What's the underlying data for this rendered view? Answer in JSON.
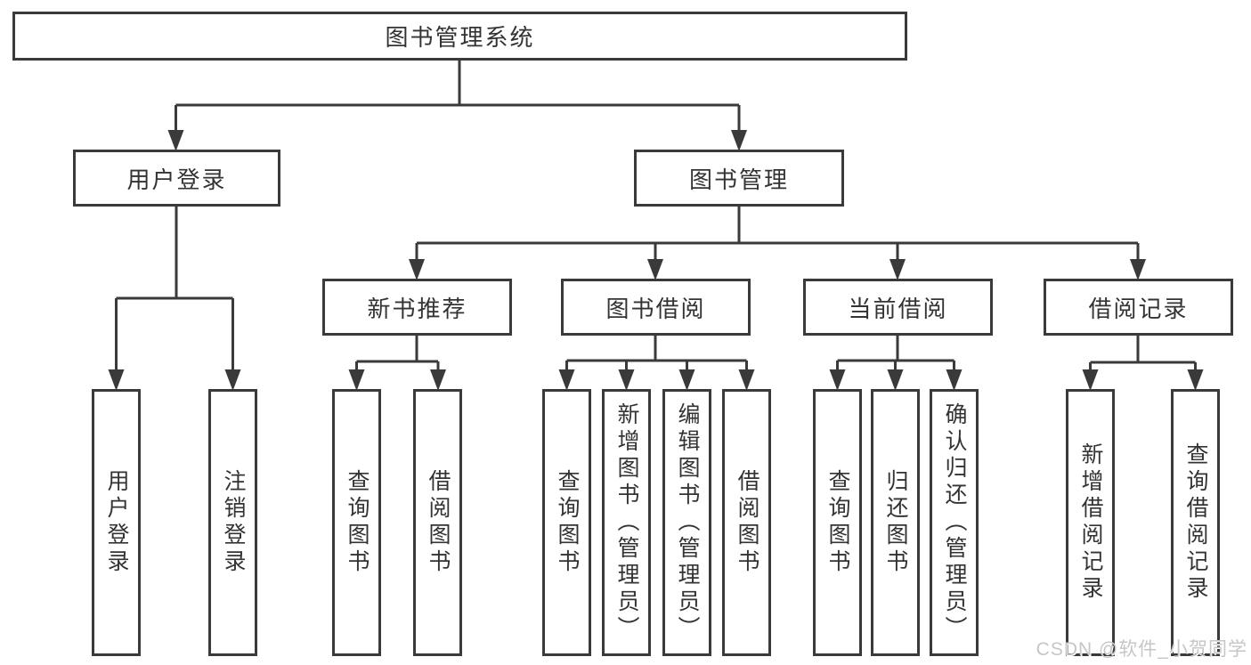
{
  "tree": {
    "label": "图书管理系统",
    "children": [
      {
        "label": "用户登录",
        "children": [
          {
            "label": "用户登录"
          },
          {
            "label": "注销登录"
          }
        ]
      },
      {
        "label": "图书管理",
        "children": [
          {
            "label": "新书推荐",
            "children": [
              {
                "label": "查询图书"
              },
              {
                "label": "借阅图书"
              }
            ]
          },
          {
            "label": "图书借阅",
            "children": [
              {
                "label": "查询图书"
              },
              {
                "label": "新增图书（管理员）"
              },
              {
                "label": "编辑图书（管理员）"
              },
              {
                "label": "借阅图书"
              }
            ]
          },
          {
            "label": "当前借阅",
            "children": [
              {
                "label": "查询图书"
              },
              {
                "label": "归还图书"
              },
              {
                "label": "确认归还（管理员）"
              }
            ]
          },
          {
            "label": "借阅记录",
            "children": [
              {
                "label": "新增借阅记录"
              },
              {
                "label": "查询借阅记录"
              }
            ]
          }
        ]
      }
    ]
  },
  "watermark": {
    "text": "CSDN @软件_小贺同学"
  },
  "colors": {
    "line": "#3a3a3a",
    "text": "#333333",
    "watermark": "#c6c6c6",
    "background": "#ffffff"
  }
}
